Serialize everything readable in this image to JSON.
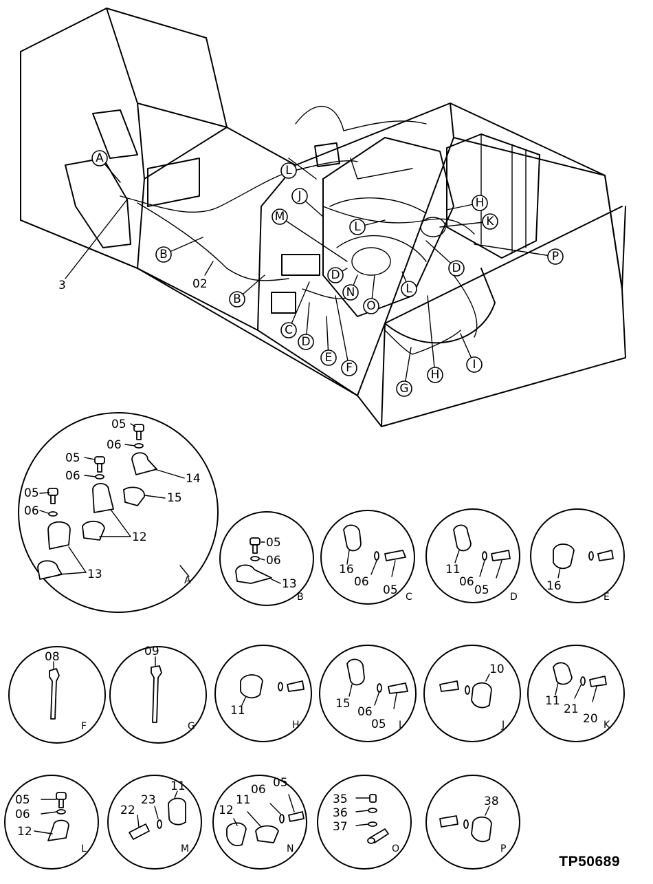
{
  "figure_code": "TP50689",
  "main_view": {
    "callouts": [
      "A",
      "B",
      "B",
      "C",
      "D",
      "D",
      "D",
      "E",
      "F",
      "G",
      "H",
      "H",
      "I",
      "J",
      "K",
      "L",
      "L",
      "L",
      "M",
      "N",
      "O",
      "P"
    ],
    "part_labels": [
      "3",
      "02"
    ]
  },
  "details": [
    {
      "letter": "A",
      "parts": [
        "05",
        "06",
        "05",
        "06",
        "05",
        "06",
        "14",
        "15",
        "12",
        "13"
      ]
    },
    {
      "letter": "B",
      "parts": [
        "05",
        "06",
        "13"
      ]
    },
    {
      "letter": "C",
      "parts": [
        "16",
        "06",
        "05"
      ]
    },
    {
      "letter": "D",
      "parts": [
        "11",
        "06",
        "05"
      ]
    },
    {
      "letter": "E",
      "parts": [
        "16"
      ]
    },
    {
      "letter": "F",
      "parts": [
        "08"
      ]
    },
    {
      "letter": "G",
      "parts": [
        "09"
      ]
    },
    {
      "letter": "H",
      "parts": [
        "11"
      ]
    },
    {
      "letter": "I",
      "parts": [
        "15",
        "06",
        "05"
      ]
    },
    {
      "letter": "J",
      "parts": [
        "10"
      ]
    },
    {
      "letter": "K",
      "parts": [
        "11",
        "21",
        "20"
      ]
    },
    {
      "letter": "L",
      "parts": [
        "05",
        "06",
        "12"
      ]
    },
    {
      "letter": "M",
      "parts": [
        "22",
        "23",
        "11"
      ]
    },
    {
      "letter": "N",
      "parts": [
        "12",
        "11",
        "06",
        "05"
      ]
    },
    {
      "letter": "O",
      "parts": [
        "35",
        "36",
        "37"
      ]
    },
    {
      "letter": "P",
      "parts": [
        "38"
      ]
    }
  ]
}
